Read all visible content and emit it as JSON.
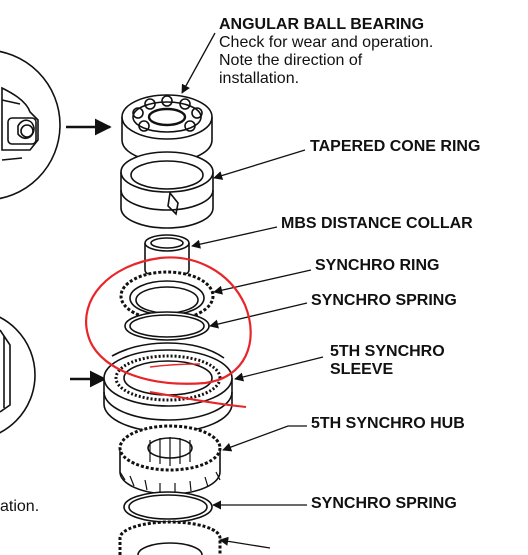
{
  "labels": {
    "angular_ball_bearing": {
      "title": "ANGULAR BALL BEARING",
      "lines": [
        "Check for wear and operation.",
        "Note the direction of",
        "installation."
      ]
    },
    "tapered_cone_ring": "TAPERED CONE RING",
    "mbs_distance_collar": "MBS DISTANCE COLLAR",
    "synchro_ring": "SYNCHRO RING",
    "synchro_spring_upper": "SYNCHRO SPRING",
    "fifth_synchro_sleeve": [
      "5TH SYNCHRO",
      "SLEEVE"
    ],
    "fifth_synchro_hub": "5TH SYNCHRO HUB",
    "synchro_spring_lower": "SYNCHRO SPRING",
    "cutoff_note": "ation."
  },
  "colors": {
    "line_art": "#111111",
    "annotation_circle": "#e8262a"
  },
  "icons": [
    "bearing-detail-inset",
    "sleeve-detail-inset",
    "callout-arrow"
  ]
}
